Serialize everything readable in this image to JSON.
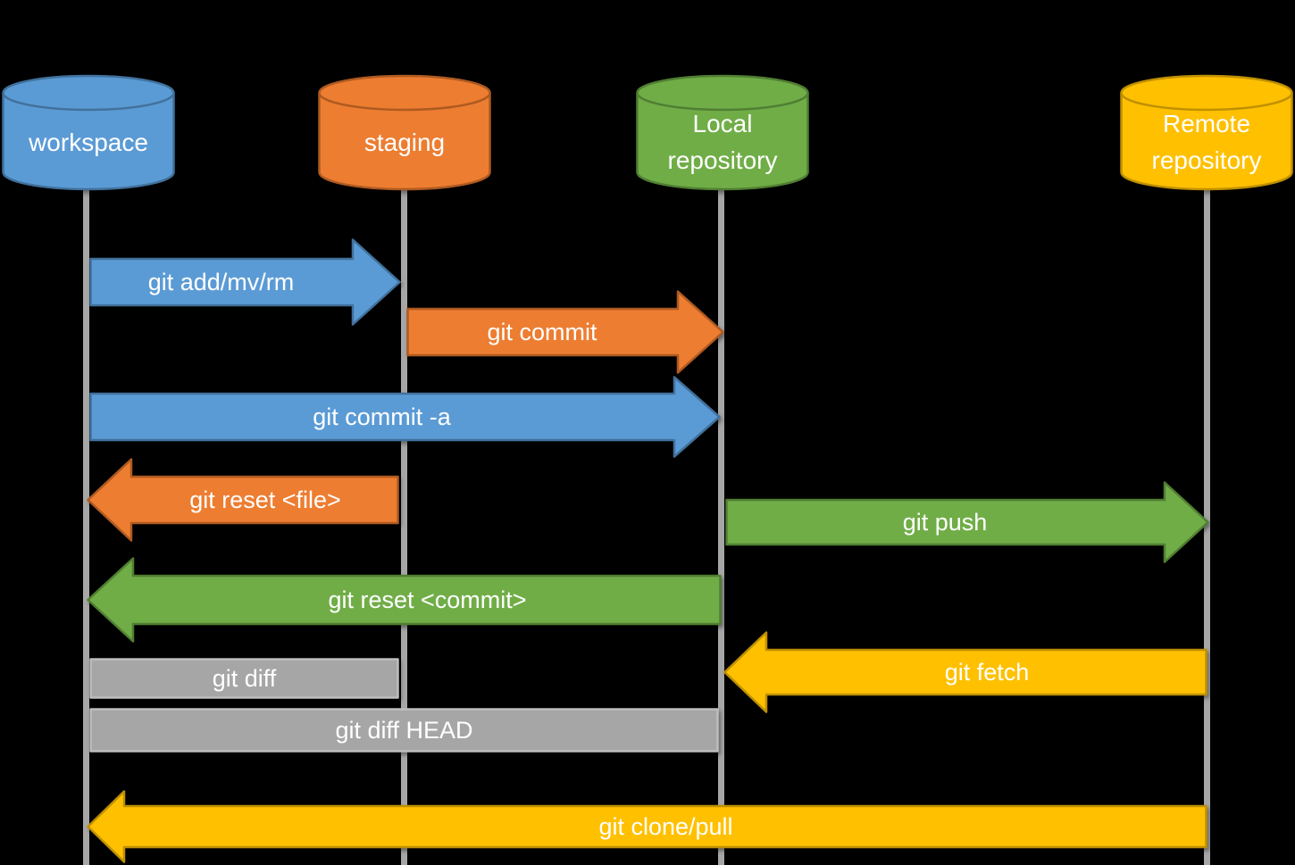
{
  "diagram": {
    "nodes": [
      {
        "id": "workspace",
        "label": "workspace",
        "color": "blue"
      },
      {
        "id": "staging",
        "label": "staging",
        "color": "orange"
      },
      {
        "id": "local-repository",
        "label": "Local repository",
        "color": "green"
      },
      {
        "id": "remote-repository",
        "label": "Remote repository",
        "color": "gold"
      }
    ],
    "arrows": [
      {
        "label": "git add/mv/rm",
        "from": "workspace",
        "to": "staging",
        "direction": "right",
        "color": "blue"
      },
      {
        "label": "git commit",
        "from": "staging",
        "to": "local-repository",
        "direction": "right",
        "color": "orange"
      },
      {
        "label": "git commit -a",
        "from": "workspace",
        "to": "local-repository",
        "direction": "right",
        "color": "blue"
      },
      {
        "label": "git reset <file>",
        "from": "staging",
        "to": "workspace",
        "direction": "left",
        "color": "orange"
      },
      {
        "label": "git push",
        "from": "local-repository",
        "to": "remote-repository",
        "direction": "right",
        "color": "green"
      },
      {
        "label": "git reset <commit>",
        "from": "local-repository",
        "to": "workspace",
        "direction": "left",
        "color": "green"
      },
      {
        "label": "git fetch",
        "from": "remote-repository",
        "to": "local-repository",
        "direction": "left",
        "color": "gold"
      },
      {
        "label": "git diff",
        "from": "workspace",
        "to": "staging",
        "direction": "none",
        "color": "gray"
      },
      {
        "label": "git diff HEAD",
        "from": "workspace",
        "to": "local-repository",
        "direction": "none",
        "color": "gray"
      },
      {
        "label": "git clone/pull",
        "from": "remote-repository",
        "to": "workspace",
        "direction": "left",
        "color": "gold"
      }
    ]
  },
  "palette": {
    "background": "#000000",
    "lifeline": "#a6a6a6",
    "text": "#ffffff",
    "blue": {
      "fill": "#5B9BD5",
      "stroke": "#41719C"
    },
    "orange": {
      "fill": "#ED7D31",
      "stroke": "#AE5A21"
    },
    "green": {
      "fill": "#70AD47",
      "stroke": "#507E32"
    },
    "gold": {
      "fill": "#FFC000",
      "stroke": "#BF9000"
    },
    "gray": {
      "fill": "#A6A6A6",
      "stroke": "#BDBDBD"
    }
  }
}
